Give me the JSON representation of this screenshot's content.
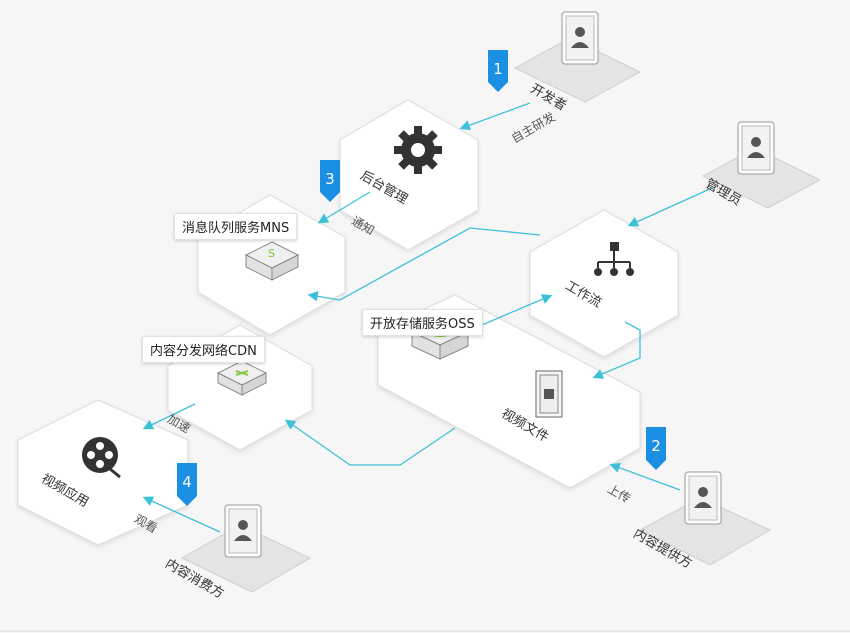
{
  "steps": [
    "1",
    "2",
    "3",
    "4"
  ],
  "nodes": {
    "backend": "后台管理",
    "mns": "消息队列服务MNS",
    "workflow": "工作流",
    "oss": "开放存储服务OSS",
    "cdn": "内容分发网络CDN",
    "video_file": "视频文件",
    "video_app": "视频应用"
  },
  "actors": {
    "developer": "开发者",
    "admin": "管理员",
    "provider": "内容提供方",
    "consumer": "内容消费方"
  },
  "edges": {
    "self_dev": "自主研发",
    "notify": "通知",
    "accelerate": "加速",
    "upload": "上传",
    "watch": "观看"
  },
  "colors": {
    "accent": "#1a8fe3",
    "flow": "#3ec1d8",
    "hex_stroke": "#dcdcdc"
  },
  "icons": {
    "backend": "gear-icon",
    "mns": "queue-box-icon",
    "workflow": "workflow-tree-icon",
    "oss": "storage-box-icon",
    "cdn": "network-box-icon",
    "video_file": "document-device-icon",
    "video_app": "film-reel-icon",
    "person": "person-badge-icon"
  }
}
